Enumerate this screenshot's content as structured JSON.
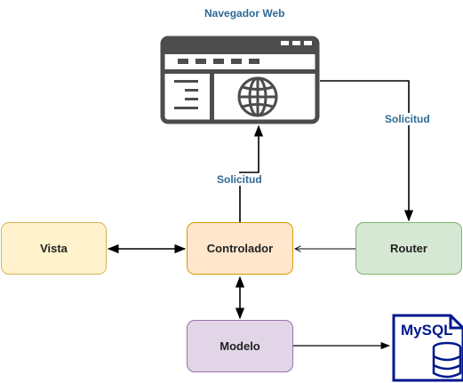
{
  "diagram": {
    "title": "Navegador Web",
    "nodes": {
      "vista": {
        "label": "Vista",
        "fill": "#fff2cc",
        "stroke": "#d6b656"
      },
      "controlador": {
        "label": "Controlador",
        "fill": "#ffe6cc",
        "stroke": "#d79b00"
      },
      "router": {
        "label": "Router",
        "fill": "#d5e8d4",
        "stroke": "#82b366"
      },
      "modelo": {
        "label": "Modelo",
        "fill": "#e1d5e7",
        "stroke": "#9673a6"
      }
    },
    "database_label": "MySQL",
    "edges": [
      {
        "from": "browser",
        "to": "router",
        "label": "Solicitud"
      },
      {
        "from": "controlador",
        "to": "browser",
        "label": "Solicitud"
      },
      {
        "from": "router",
        "to": "controlador",
        "label": ""
      },
      {
        "from": "vista",
        "to": "controlador",
        "label": "",
        "bidirectional": true
      },
      {
        "from": "controlador",
        "to": "modelo",
        "label": "",
        "bidirectional": true
      },
      {
        "from": "modelo",
        "to": "mysql",
        "label": ""
      }
    ],
    "colors": {
      "label_text": "#2e6a96",
      "browser_icon": "#4d4d4d",
      "mysql_icon": "#00188d"
    },
    "icons": [
      "browser-window-icon",
      "globe-icon",
      "mysql-database-icon"
    ]
  }
}
